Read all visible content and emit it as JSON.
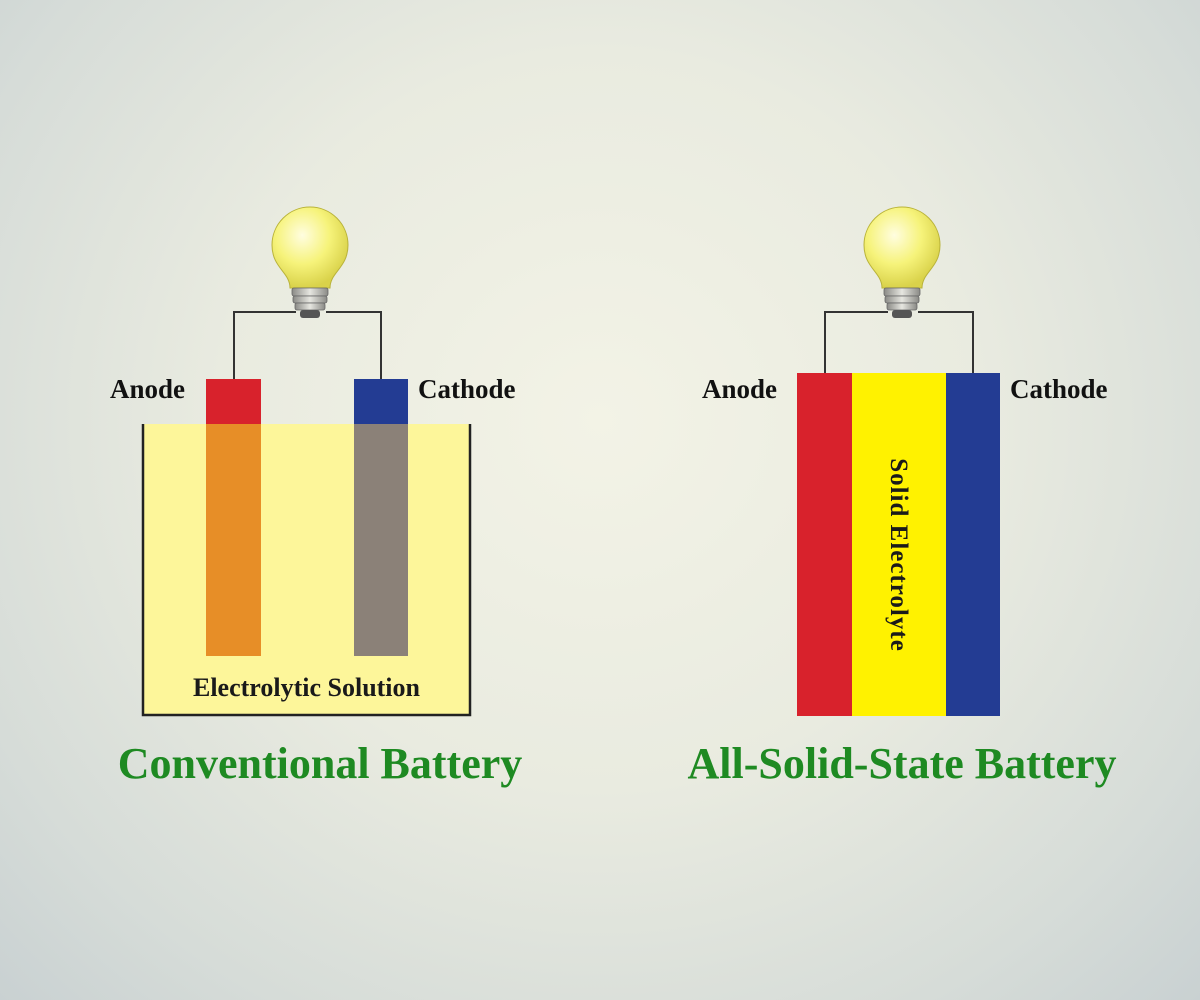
{
  "conventional": {
    "anode_label": "Anode",
    "cathode_label": "Cathode",
    "solution_label": "Electrolytic Solution",
    "title": "Conventional Battery"
  },
  "solid_state": {
    "anode_label": "Anode",
    "cathode_label": "Cathode",
    "electrolyte_label": "Solid Electrolyte",
    "title": "All-Solid-State Battery"
  },
  "colors": {
    "anode_red": "#d8222c",
    "cathode_blue": "#233c93",
    "anode_submerged_orange": "#e78e27",
    "cathode_submerged_gray": "#8b8178",
    "electrolytic_solution": "#fdf69a",
    "solid_electrolyte": "#fff200",
    "title_green": "#1e8a22",
    "bulb_glass": "#f6f37a"
  },
  "icons": [
    "lightbulb-icon"
  ]
}
